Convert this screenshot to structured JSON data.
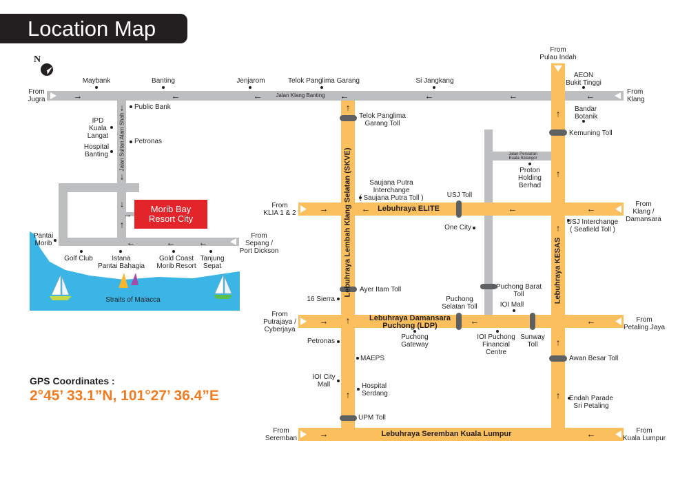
{
  "title": "Location Map",
  "compass": {
    "label": "N"
  },
  "destination": {
    "name": "Morib Bay\nResort City",
    "color": "#e3242b"
  },
  "colors": {
    "highway": "#fbbf5d",
    "local_road": "#bcbec0",
    "toll": "#5f6061",
    "sea": "#3ab5e6",
    "accent": "#f07c22"
  },
  "roads": {
    "jalan_klang_banting": "Jalan Klang Banting",
    "jalan_sultan_alam_shah": "Jalan Sultan Alam Shah",
    "jalan_persiaran": "Jalan Persiaran\nKuala Selangor",
    "skve": "Lebuhraya Lembah Klang Selatan (SKVE)",
    "elite": "Lebuhraya ELITE",
    "ldp": "Lebuhraya Damansara\nPuchong (LDP)",
    "seremban_kl": "Lebuhraya Seremban Kuala Lumpur",
    "kesas": "Lebuhraya KESAS"
  },
  "from": {
    "jugra": "From\nJugra",
    "sepang": "From\nSepang /\nPort Dickson",
    "klia": "From\nKLIA 1 & 2",
    "putrajaya": "From\nPutrajaya /\nCyberjaya",
    "seremban": "From\nSeremban",
    "pulau_indah": "From\nPulau Indah",
    "klang": "From\nKlang",
    "klang_damansara": "From\nKlang /\nDamansara",
    "petaling_jaya": "From\nPetaling Jaya",
    "kuala_lumpur": "From\nKuala Lumpur"
  },
  "places": {
    "maybank": "Maybank",
    "banting": "Banting",
    "jenjarom": "Jenjarom",
    "telok_panglima_garang": "Telok Panglima Garang",
    "si_jangkang": "Si Jangkang",
    "aeon": "AEON\nBukit Tinggi",
    "public_bank": "Public Bank",
    "ipd": "IPD\nKuala\nLangat",
    "petronas_banting": "Petronas",
    "hospital_banting": "Hospital\nBanting",
    "pantai_morib": "Pantai\nMorib",
    "golf_club": "Golf Club",
    "istana": "Istana\nPantai Bahagia",
    "gold_coast": "Gold Coast\nMorib Resort",
    "tanjung_sepat": "Tanjung\nSepat",
    "straits": "Straits of Malacca",
    "bandar_botanik": "Bandar\nBotanik",
    "proton": "Proton\nHolding\nBerhad",
    "saujana_putra": "Saujana Putra\nInterchange\n( Saujana Putra Toll )",
    "usj_interchange": "USJ Interchange\n( Seafield Toll )",
    "one_city": "One City",
    "sierra": "16 Sierra",
    "ioi_mall": "IOI Mall",
    "petronas_skve": "Petronas",
    "puchong_gateway": "Puchong\nGateway",
    "ioi_puchong": "IOI Puchong\nFinancial\nCentre",
    "maeps": "MAEPS",
    "ioi_city_mall": "IOI City\nMall",
    "hospital_serdang": "Hospital\nSerdang",
    "endah_parade": "Endah Parade\nSri Petaling"
  },
  "tolls": {
    "telok_panglima_garang": "Telok Panglima\nGarang Toll",
    "kemuning": "Kemuning Toll",
    "usj": "USJ Toll",
    "ayer_itam": "Ayer Itam Toll",
    "puchong_barat": "Puchong Barat\nToll",
    "puchong_selatan": "Puchong\nSelatan Toll",
    "sunway": "Sunway\nToll",
    "awan_besar": "Awan Besar Toll",
    "upm": "UPM Toll"
  },
  "gps": {
    "label": "GPS Coordinates :",
    "value": "2°45’ 33.1”N, 101°27’ 36.4”E"
  }
}
